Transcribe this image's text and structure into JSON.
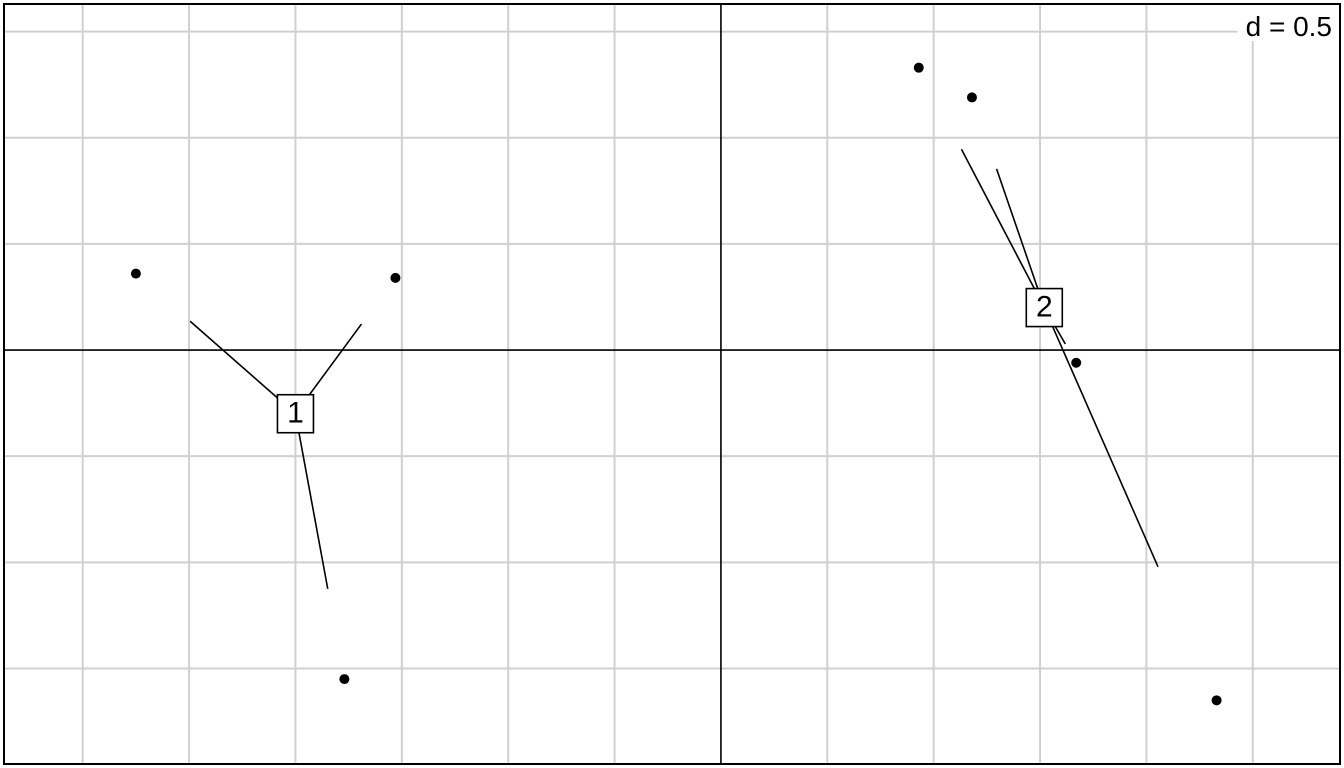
{
  "chart_data": {
    "type": "scatter",
    "scale_label": "d = 0.5",
    "grid_step": 0.5,
    "xlim": [
      -3.37,
      2.91
    ],
    "ylim": [
      -1.95,
      1.63
    ],
    "grid": true,
    "scale_label_position": "top-right",
    "groups": [
      {
        "label": "1",
        "center": [
          -2.0,
          -0.3
        ],
        "members": [
          [
            -2.75,
            0.36
          ],
          [
            -1.53,
            0.34
          ],
          [
            -1.77,
            -1.55
          ]
        ]
      },
      {
        "label": "2",
        "center": [
          1.52,
          0.2
        ],
        "members": [
          [
            0.93,
            1.33
          ],
          [
            1.18,
            1.19
          ],
          [
            1.67,
            -0.06
          ],
          [
            2.33,
            -1.65
          ]
        ]
      }
    ]
  }
}
